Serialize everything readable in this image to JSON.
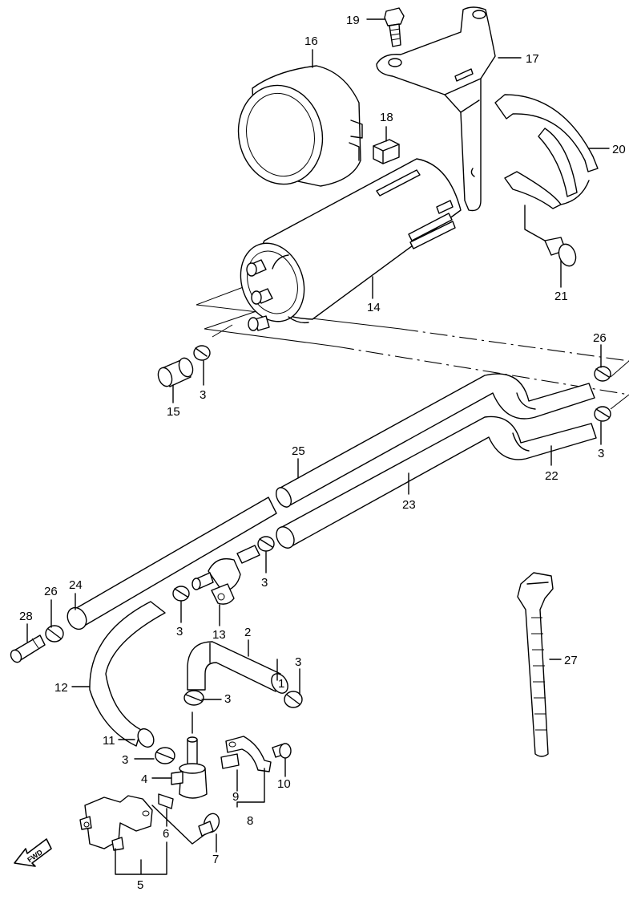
{
  "callouts": [
    "1",
    "2",
    "3",
    "4",
    "5",
    "6",
    "7",
    "8",
    "9",
    "10",
    "11",
    "12",
    "13",
    "14",
    "15",
    "16",
    "17",
    "18",
    "19",
    "20",
    "21",
    "22",
    "23",
    "24",
    "25",
    "26",
    "27",
    "28"
  ],
  "fwd_label": "FWD"
}
